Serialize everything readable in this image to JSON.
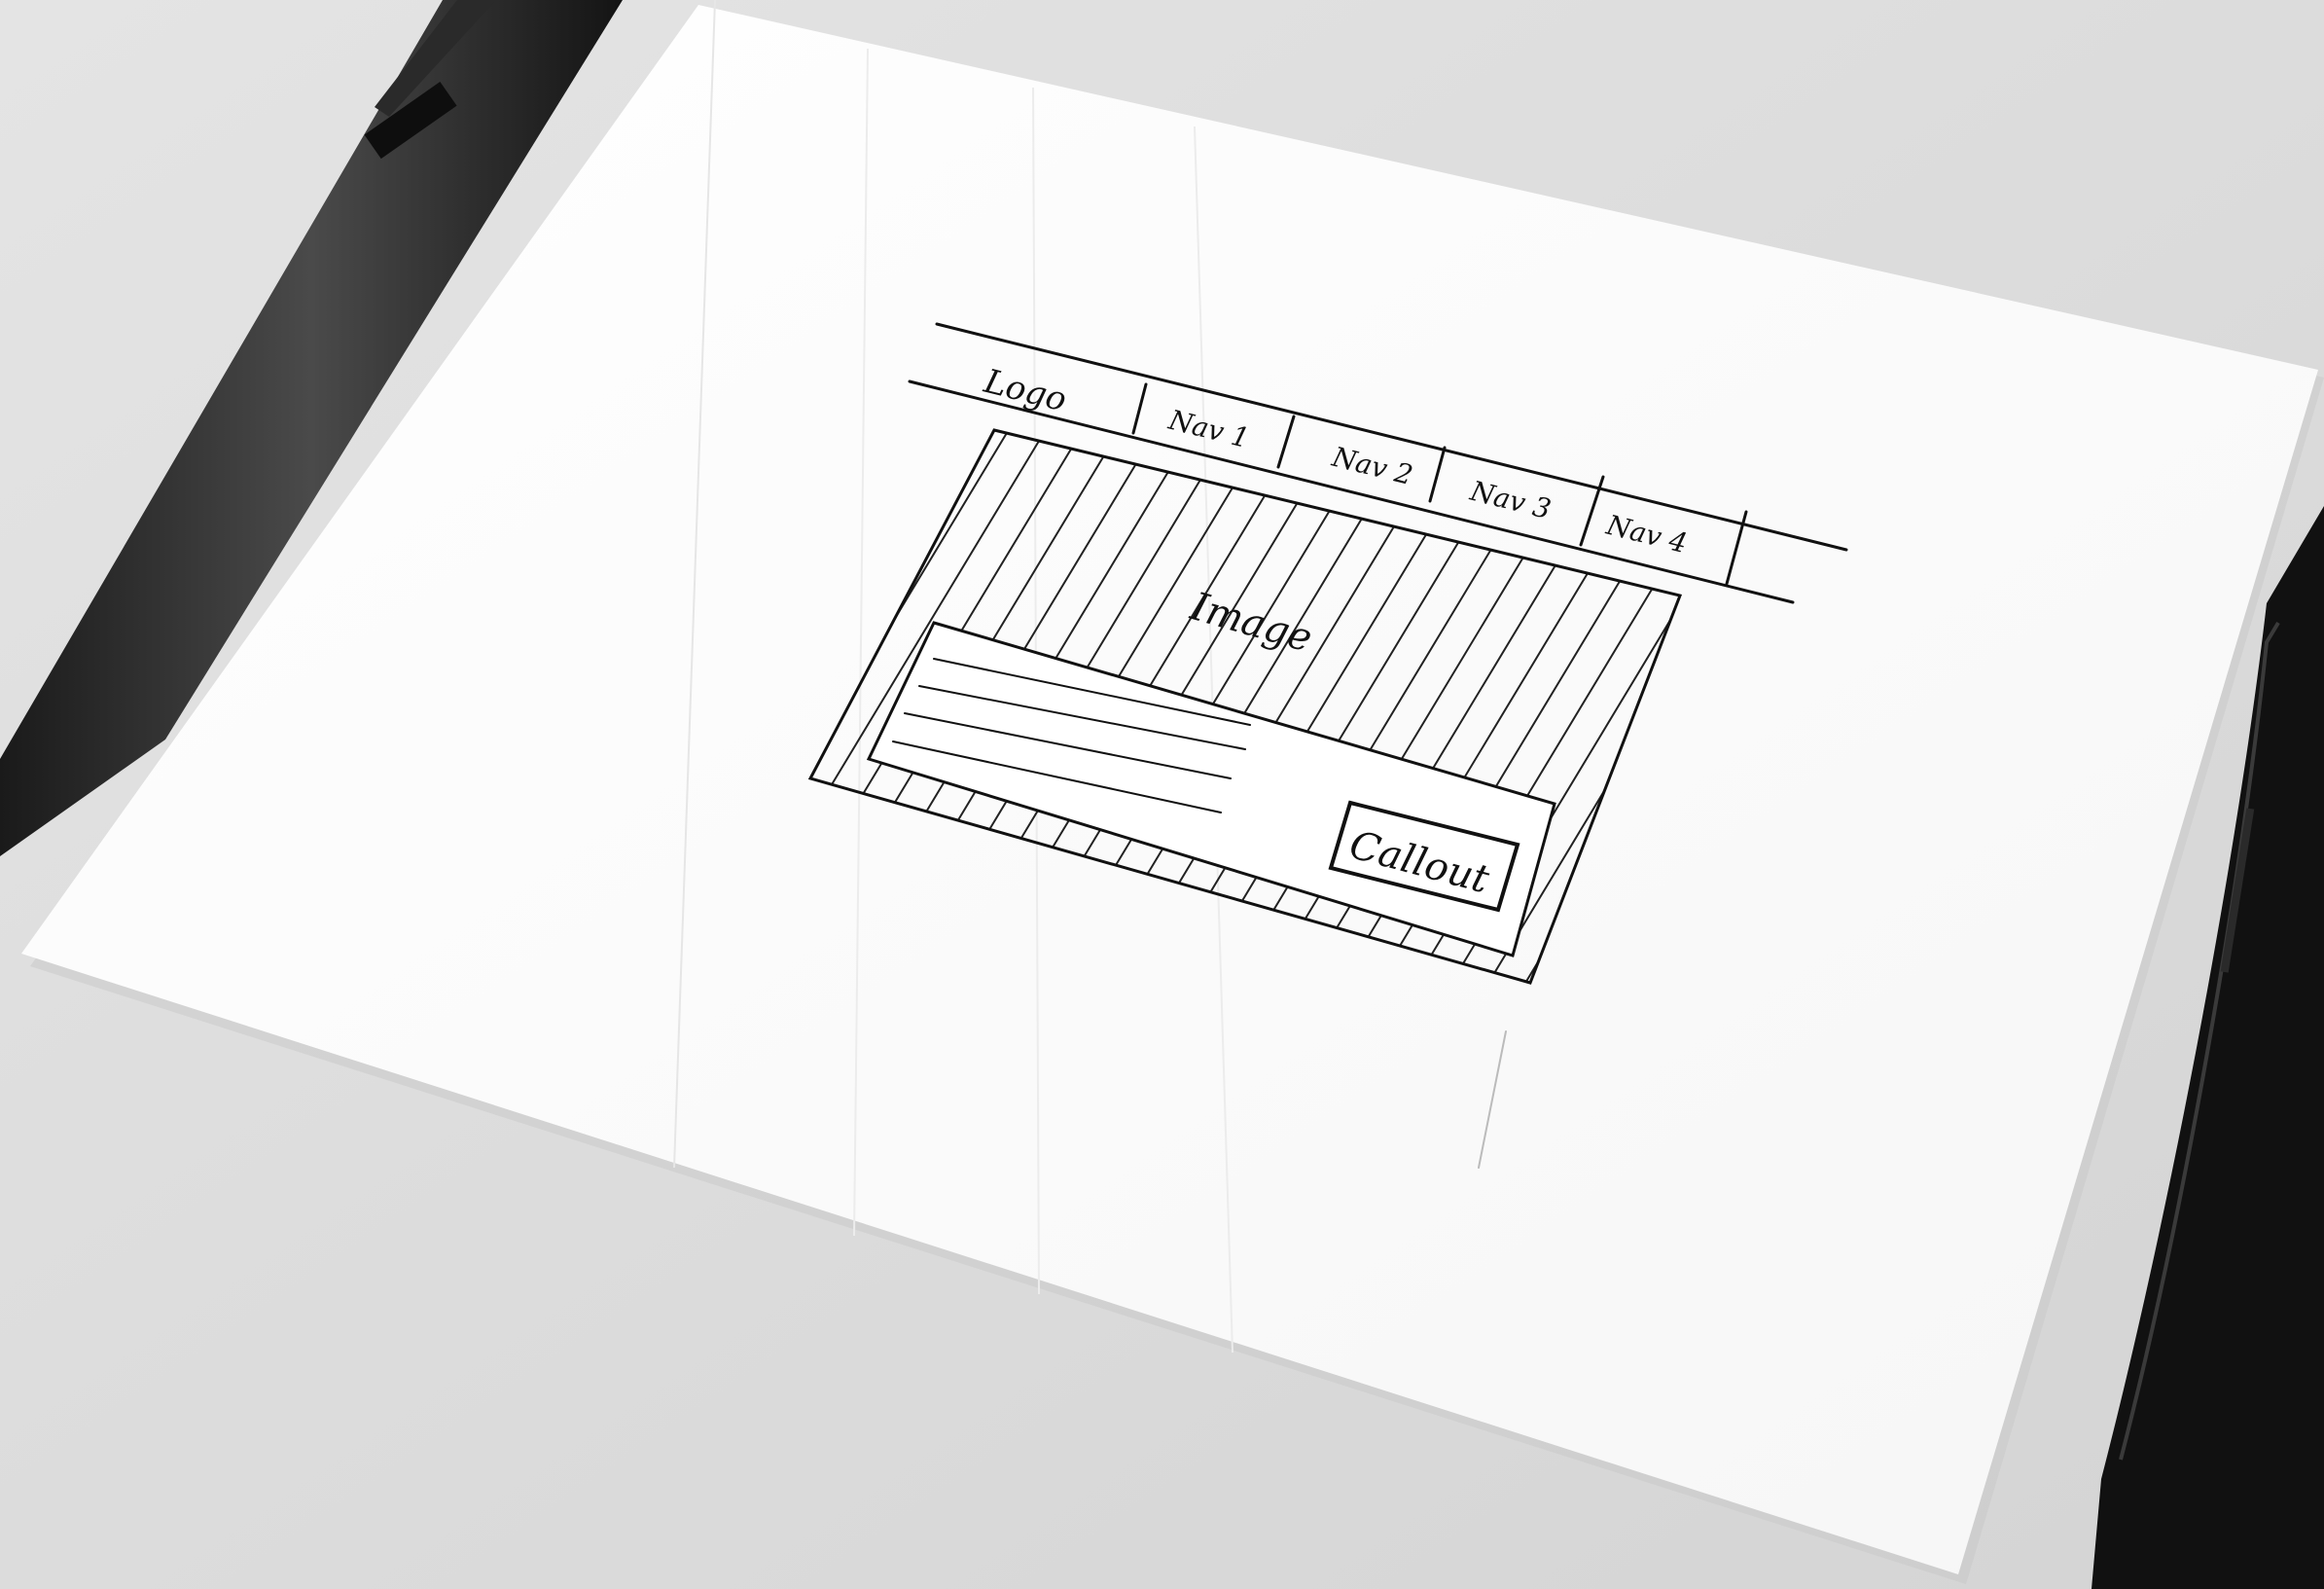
{
  "photo": {
    "background_color": "#dedede",
    "paper_color": "#ffffff",
    "ink_color": "#111111",
    "objects": [
      "pen",
      "phone-edge"
    ]
  },
  "sketch": {
    "logo": "Logo",
    "nav": [
      "Nav 1",
      "Nav 2",
      "Nav 3",
      "Nav 4"
    ],
    "hero_label": "Image",
    "callout": "Callout"
  }
}
